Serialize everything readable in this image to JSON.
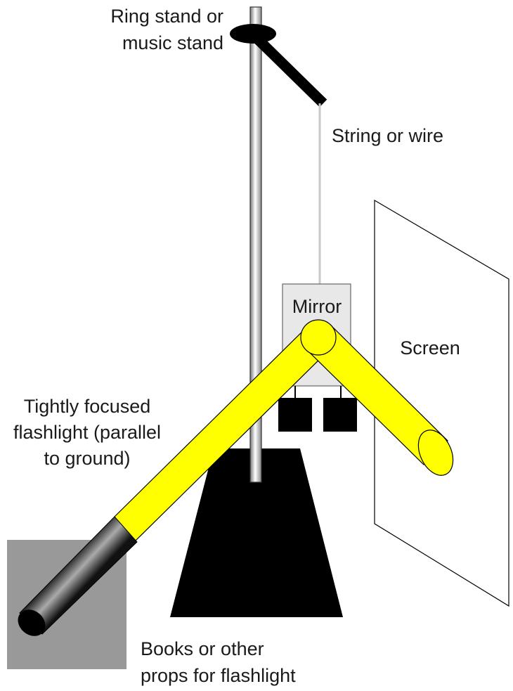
{
  "labels": {
    "stand": [
      "Ring stand or",
      "music stand"
    ],
    "string": "String or wire",
    "mirror": "Mirror",
    "screen": "Screen",
    "flashlight": [
      "Tightly focused",
      "flashlight (parallel",
      "to ground)"
    ],
    "props": [
      "Books or other",
      "props for flashlight"
    ]
  },
  "colors": {
    "beam": "#ffff00",
    "base": "#000000",
    "props_block": "#999999",
    "mirror_fill": "#e8e8e8",
    "string": "#c8c8c8"
  }
}
